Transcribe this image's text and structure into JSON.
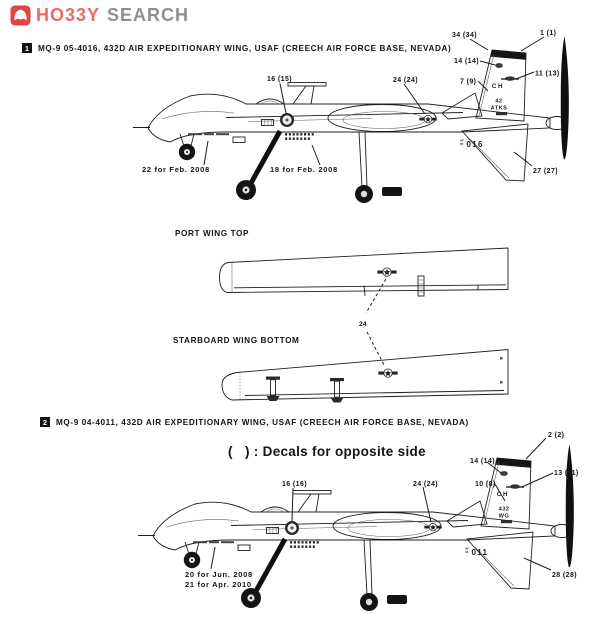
{
  "header": {
    "brand_word1": "HO33Y",
    "brand_word2": "SEARCH"
  },
  "note": {
    "text": "(   ) : Decals for opposite side"
  },
  "wing_views": {
    "top_label": "PORT WING TOP",
    "bottom_label": "STARBOARD WING BOTTOM",
    "shared_callout": "24"
  },
  "colors": {
    "brand_red": "#e2453f",
    "brand_text_red": "#ed6a66",
    "brand_gray": "#8f8f8f",
    "ink": "#1f1f1f",
    "airframe_fill": "#ebebeb"
  },
  "sections": [
    {
      "number": "1",
      "title": "MQ-9 05-4016, 432D AIR EXPEDITIONARY WING, USAF (CREECH AIR FORCE BASE, NEVADA)",
      "tail_code": "CH",
      "tail_unit_line1": "42",
      "tail_unit_line2": "ATKS",
      "boom_prefix": "AF",
      "boom_serial": "05",
      "boom_number": "016",
      "callouts": {
        "c1": "16 (15)",
        "c2": "24 (24)",
        "c3": "34 (34)",
        "c4": "1 (1)",
        "c5": "14 (14)",
        "c6": "11 (13)",
        "c7": "7 (9)",
        "c8": "27 (27)",
        "d1": "22 for Feb. 2008",
        "d2": "18 for Feb. 2008"
      }
    },
    {
      "number": "2",
      "title": "MQ-9 04-4011, 432D AIR EXPEDITIONARY WING, USAF (CREECH AIR FORCE BASE, NEVADA)",
      "tail_code": "CH",
      "tail_unit_line1": "432",
      "tail_unit_line2": "WG",
      "boom_prefix": "AF",
      "boom_serial": "04",
      "boom_number": "011",
      "callouts": {
        "c1": "16 (16)",
        "c2": "24 (24)",
        "c3": "2 (2)",
        "c4": "14 (14)",
        "c5": "13 (11)",
        "c6": "10 (8)",
        "c7": "28 (28)",
        "d1": "20 for Jun. 2008",
        "d2": "21 for Apr. 2010"
      }
    }
  ]
}
